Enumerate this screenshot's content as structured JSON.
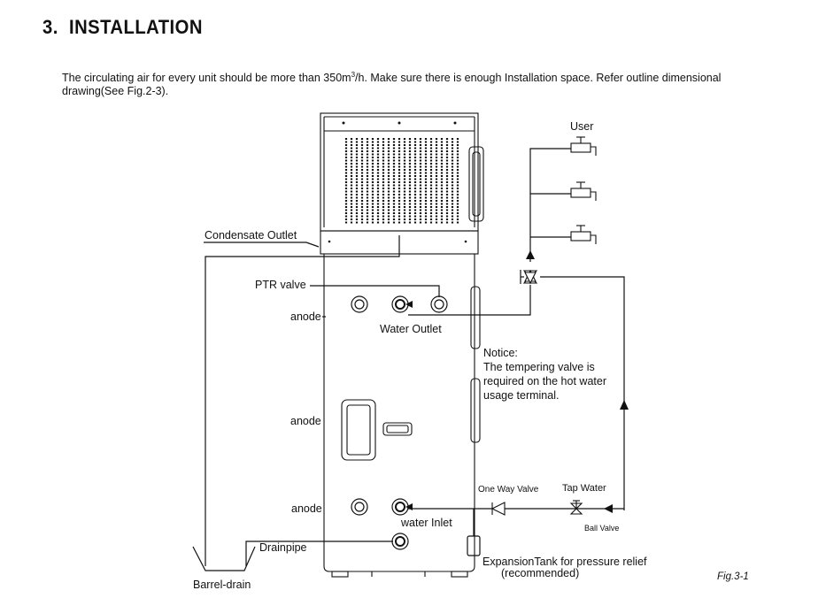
{
  "section": {
    "number": "3.",
    "title": "INSTALLATION"
  },
  "intro": {
    "part1": "The circulating air for every unit should be more than 350m",
    "superscript": "3",
    "part2": "/h. Make sure there is enough Installation space. Refer outline dimensional drawing(See Fig.2-3)."
  },
  "labels": {
    "condensate_outlet": "Condensate Outlet",
    "ptr_valve": "PTR valve",
    "anode_top": "anode",
    "water_outlet": "Water Outlet",
    "anode_mid": "anode",
    "anode_bottom": "anode",
    "water_inlet": "water Inlet",
    "drainpipe": "Drainpipe",
    "barrel_drain": "Barrel-drain",
    "user": "User",
    "one_way_valve": "One Way Valve",
    "tap_water": "Tap  Water",
    "ball_valve": "Ball Valve",
    "expansion_tank_line1": "ExpansionTank for pressure relief",
    "expansion_tank_line2": "(recommended)"
  },
  "notice": {
    "title": "Notice:",
    "line1": "The tempering valve is",
    "line2": "required on the hot water",
    "line3": "usage terminal."
  },
  "figure": {
    "caption": "Fig.3-1"
  }
}
